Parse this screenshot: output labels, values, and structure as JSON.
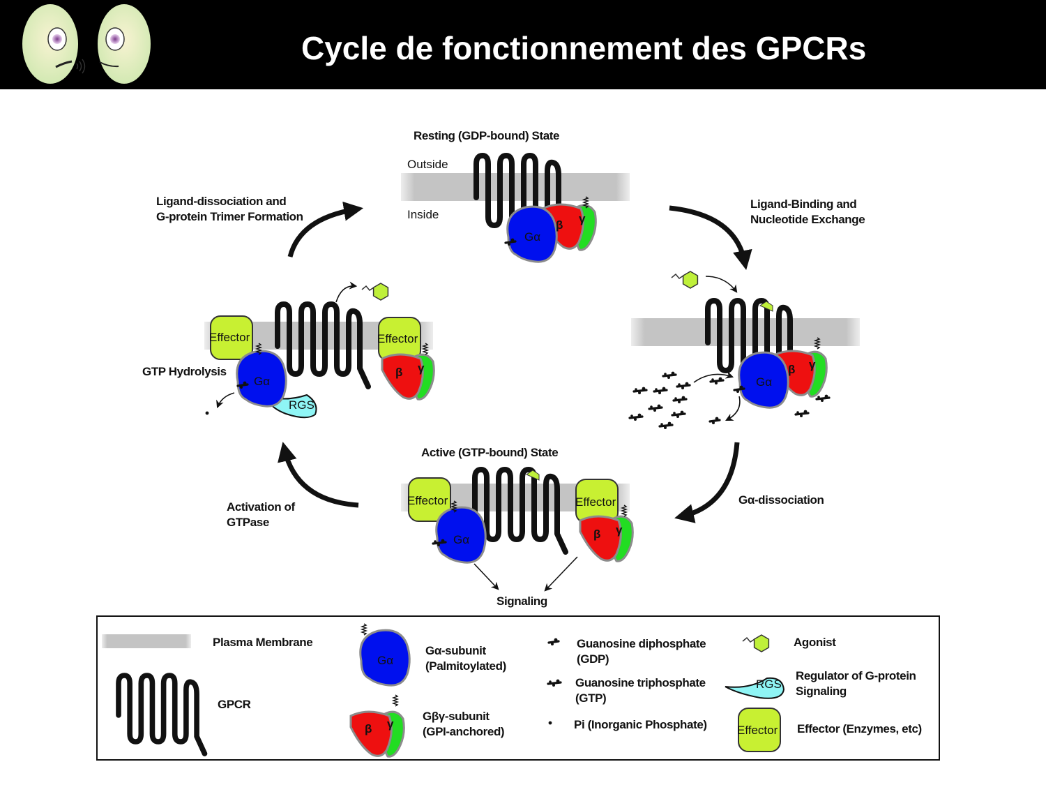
{
  "header": {
    "title": "Cycle de fonctionnement des GPCRs"
  },
  "colors": {
    "membrane": "#c4c4c4",
    "g_alpha": "#0010ee",
    "g_beta": "#ee1010",
    "g_gamma": "#22dd22",
    "effector": "#c8f032",
    "agonist": "#bff03a",
    "rgs": "#8ff5f5"
  },
  "states": {
    "resting": "Resting (GDP-bound) State",
    "active": "Active (GTP-bound) State",
    "outside": "Outside",
    "inside": "Inside"
  },
  "steps": {
    "ligand_dissociation_1": "Ligand-dissociation and",
    "ligand_dissociation_2": "G-protein Trimer Formation",
    "ligand_binding_1": "Ligand-Binding and",
    "ligand_binding_2": "Nucleotide Exchange",
    "g_alpha_dissociation": "Gα-dissociation",
    "activation_1": "Activation of",
    "activation_2": "GTPase",
    "gtp_hydrolysis": "GTP Hydrolysis",
    "signaling": "Signaling"
  },
  "inner_labels": {
    "g_alpha": "Gα",
    "beta": "β",
    "gamma": "γ",
    "effector": "Effector",
    "rgs": "RGS"
  },
  "legend": {
    "plasma_membrane": "Plasma Membrane",
    "gpcr": "GPCR",
    "g_alpha_1": "Gα-subunit",
    "g_alpha_2": "(Palmitoylated)",
    "g_beta_gamma_1": "Gβγ-subunit",
    "g_beta_gamma_2": "(GPI-anchored)",
    "gdp_1": "Guanosine diphosphate",
    "gdp_2": "(GDP)",
    "gtp_1": "Guanosine triphosphate",
    "gtp_2": "(GTP)",
    "pi": "Pi (Inorganic Phosphate)",
    "agonist": "Agonist",
    "rgs_1": "Regulator of G-protein",
    "rgs_2": "Signaling",
    "effector": "Effector (Enzymes, etc)"
  }
}
